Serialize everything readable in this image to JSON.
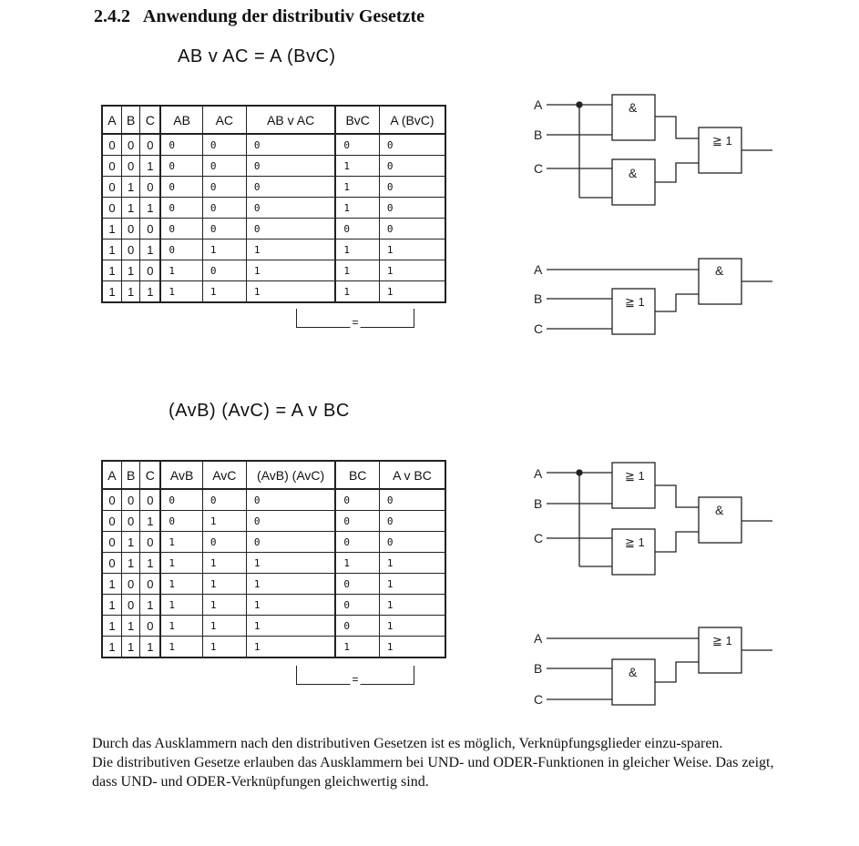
{
  "heading": {
    "number": "2.4.2",
    "title": "Anwendung der distributiv Gesetzte"
  },
  "section1": {
    "formula": "AB  v  AC  =  A (BvC)",
    "columns": [
      "A",
      "B",
      "C",
      "AB",
      "AC",
      "AB v AC",
      "BvC",
      "A (BvC)"
    ],
    "rows": [
      [
        "0",
        "0",
        "0",
        "0",
        "0",
        "0",
        "0",
        "0"
      ],
      [
        "0",
        "0",
        "1",
        "0",
        "0",
        "0",
        "1",
        "0"
      ],
      [
        "0",
        "1",
        "0",
        "0",
        "0",
        "0",
        "1",
        "0"
      ],
      [
        "0",
        "1",
        "1",
        "0",
        "0",
        "0",
        "1",
        "0"
      ],
      [
        "1",
        "0",
        "0",
        "0",
        "0",
        "0",
        "0",
        "0"
      ],
      [
        "1",
        "0",
        "1",
        "0",
        "1",
        "1",
        "1",
        "1"
      ],
      [
        "1",
        "1",
        "0",
        "1",
        "0",
        "1",
        "1",
        "1"
      ],
      [
        "1",
        "1",
        "1",
        "1",
        "1",
        "1",
        "1",
        "1"
      ]
    ],
    "equal_sign": "="
  },
  "section2": {
    "formula": "(AvB) (AvC)  =  A v BC",
    "columns": [
      "A",
      "B",
      "C",
      "AvB",
      "AvC",
      "(AvB) (AvC)",
      "BC",
      "A v BC"
    ],
    "rows": [
      [
        "0",
        "0",
        "0",
        "0",
        "0",
        "0",
        "0",
        "0"
      ],
      [
        "0",
        "0",
        "1",
        "0",
        "1",
        "0",
        "0",
        "0"
      ],
      [
        "0",
        "1",
        "0",
        "1",
        "0",
        "0",
        "0",
        "0"
      ],
      [
        "0",
        "1",
        "1",
        "1",
        "1",
        "1",
        "1",
        "1"
      ],
      [
        "1",
        "0",
        "0",
        "1",
        "1",
        "1",
        "0",
        "1"
      ],
      [
        "1",
        "0",
        "1",
        "1",
        "1",
        "1",
        "0",
        "1"
      ],
      [
        "1",
        "1",
        "0",
        "1",
        "1",
        "1",
        "0",
        "1"
      ],
      [
        "1",
        "1",
        "1",
        "1",
        "1",
        "1",
        "1",
        "1"
      ]
    ],
    "equal_sign": "="
  },
  "circuits": {
    "labels": {
      "a": "A",
      "b": "B",
      "c": "C"
    },
    "and_symbol": "&",
    "or_symbol": "≧ 1"
  },
  "paragraphs": [
    "Durch das Ausklammern nach den distributiven Gesetzen ist es möglich, Verknüpfungsglieder einzu-sparen.",
    "Die distributiven Gesetze erlauben das Ausklammern bei UND- und ODER-Funktionen in gleicher Weise. Das zeigt, dass UND- und ODER-Verknüpfungen gleichwertig sind."
  ]
}
